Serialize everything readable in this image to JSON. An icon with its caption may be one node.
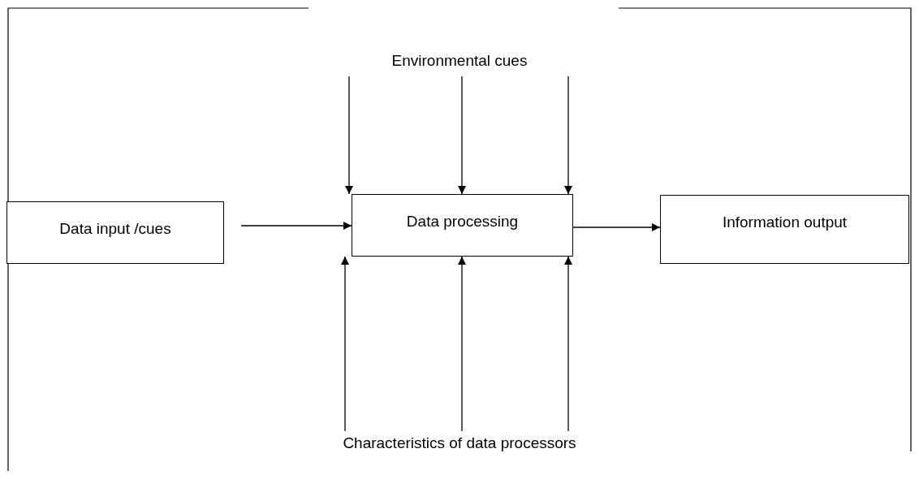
{
  "diagram": {
    "nodes": [
      {
        "text": [
          "Environmental cues"
        ]
      },
      {
        "text": [
          "Data input /cues"
        ]
      },
      {
        "text": [
          "Data processing"
        ]
      },
      {
        "text": [
          "Information output"
        ]
      },
      {
        "text": [
          "Characteristics of data processors"
        ]
      }
    ],
    "edges": [
      {
        "from": 0,
        "to": 2,
        "arrow": "to"
      },
      {
        "from": 0,
        "to": 2,
        "arrow": "to"
      },
      {
        "from": 0,
        "to": 2,
        "arrow": "to"
      },
      {
        "from": 1,
        "to": 2,
        "arrow": "to"
      },
      {
        "from": 2,
        "to": 3,
        "arrow": "to"
      },
      {
        "from": 4,
        "to": 2,
        "arrow": "to"
      },
      {
        "from": 4,
        "to": 2,
        "arrow": "to"
      },
      {
        "from": 4,
        "to": 2,
        "arrow": "to"
      }
    ]
  }
}
